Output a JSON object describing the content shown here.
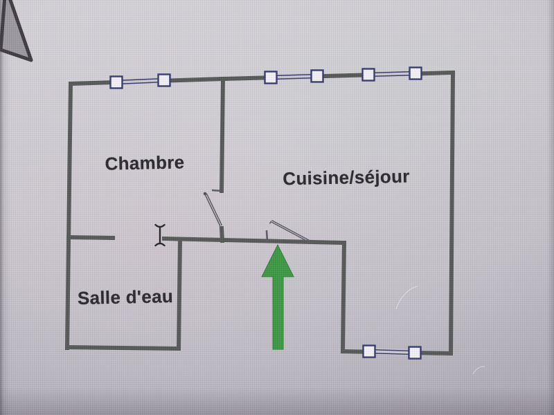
{
  "floor_plan": {
    "rooms": [
      {
        "id": "chambre",
        "label": "Chambre"
      },
      {
        "id": "cuisine_sejour",
        "label": "Cuisine/séjour"
      },
      {
        "id": "salle_deau",
        "label": "Salle d'eau"
      }
    ],
    "icons": [
      {
        "name": "entrance-arrow-up-icon"
      },
      {
        "name": "i-beam-cursor-icon"
      },
      {
        "name": "corner-pointer-icon"
      }
    ]
  },
  "colors": {
    "wall": "#4b4f4c",
    "door": "#50505a",
    "window_frame": "#2a2d68",
    "window_fill": "#f3f1f5",
    "arrow": "#2e9434",
    "arrow_outline": "#1f7a26",
    "cursor": "#19181b",
    "pointer_fill": "#97939a",
    "pointer_outline": "#332f35"
  }
}
